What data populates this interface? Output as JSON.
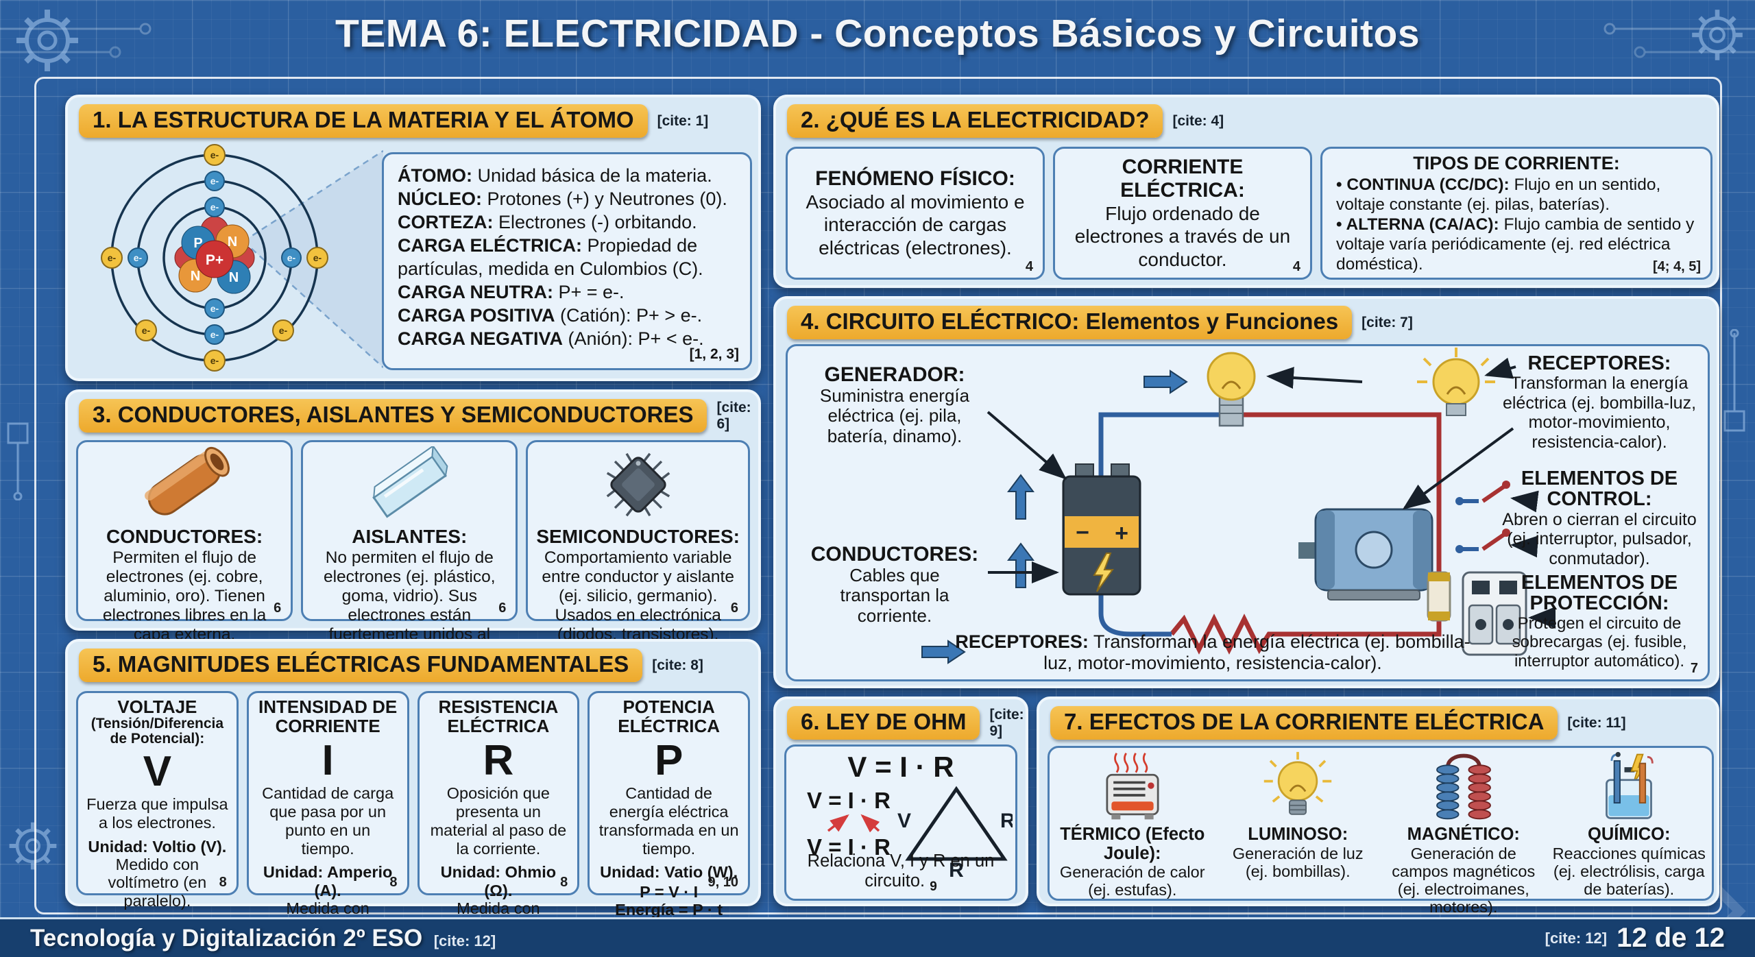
{
  "title": "TEMA 6: ELECTRICIDAD - Conceptos Básicos y Circuitos",
  "colors": {
    "background": "#2b5fa0",
    "grid_line": "#4a7cc0",
    "panel_bg": "#d9e9f5",
    "box_bg": "#eaf3fb",
    "box_border": "#4d7fb3",
    "header_pill": "#f0b440",
    "wire_blue": "#2f5f9e",
    "wire_red": "#a83232",
    "bulb_yellow": "#f6d45e",
    "footer_bar": "#173f6e"
  },
  "panel1": {
    "title": "1. LA ESTRUCTURA DE LA MATERIA Y EL ÁTOMO",
    "cite": "[cite: 1]",
    "refs": "[1, 2, 3]",
    "atom": {
      "e": "e-",
      "p": "P",
      "n": "N",
      "pplus": "P+"
    },
    "lines": [
      {
        "b": "ÁTOMO:",
        "t": " Unidad básica de la materia."
      },
      {
        "b": "NÚCLEO:",
        "t": " Protones (+) y Neutrones (0)."
      },
      {
        "b": "CORTEZA:",
        "t": " Electrones (-) orbitando."
      },
      {
        "b": "CARGA ELÉCTRICA:",
        "t": " Propiedad de partículas, medida en Culombios (C)."
      },
      {
        "b": "CARGA NEUTRA:",
        "t": " P+ = e-."
      },
      {
        "b": "CARGA POSITIVA",
        "t": " (Catión): P+ > e-."
      },
      {
        "b": "CARGA NEGATIVA",
        "t": " (Anión): P+ < e-."
      }
    ]
  },
  "panel2": {
    "title": "2. ¿QUÉ ES LA ELECTRICIDAD?",
    "cite": "[cite: 4]",
    "box1": {
      "title": "FENÓMENO FÍSICO:",
      "body": "Asociado al movimiento e interacción de cargas eléctricas (electrones).",
      "ref": "4"
    },
    "box2": {
      "title": "CORRIENTE ELÉCTRICA:",
      "body": "Flujo ordenado de electrones a través de un conductor.",
      "ref": "4"
    },
    "box3": {
      "title": "TIPOS DE CORRIENTE:",
      "bullets": [
        {
          "b": "CONTINUA (CC/DC):",
          "t": " Flujo en un sentido, voltaje constante (ej. pilas, baterías)."
        },
        {
          "b": "ALTERNA (CA/AC):",
          "t": " Flujo cambia de sentido y voltaje varía periódicamente (ej. red eléctrica doméstica)."
        }
      ],
      "ref": "[4; 4, 5]"
    }
  },
  "panel3": {
    "title": "3. CONDUCTORES, AISLANTES Y SEMICONDUCTORES",
    "cite": "[cite: 6]",
    "cards": [
      {
        "title": "CONDUCTORES:",
        "body": "Permiten el flujo de electrones (ej. cobre, aluminio, oro). Tienen electrones libres en la capa externa.",
        "ref": "6"
      },
      {
        "title": "AISLANTES:",
        "body": "No permiten el flujo de electrones (ej. plástico, goma, vidrio). Sus electrones están fuertemente unidos al núcleo.",
        "ref": "6"
      },
      {
        "title": "SEMICONDUCTORES:",
        "body": "Comportamiento variable entre conductor y aislante (ej. silicio, germanio). Usados en electrónica (diodos, transistores).",
        "ref": "6"
      }
    ]
  },
  "panel4": {
    "title": "4. CIRCUITO ELÉCTRICO: Elementos y Funciones",
    "cite": "[cite: 7]",
    "ref": "7",
    "battery": {
      "minus": "−",
      "plus": "+"
    },
    "generador": {
      "title": "GENERADOR:",
      "body": "Suministra energía eléctrica (ej. pila, batería, dinamo)."
    },
    "conductores": {
      "title": "CONDUCTORES:",
      "body": "Cables que transportan la corriente."
    },
    "receptores": {
      "title": "RECEPTORES:",
      "body": "Transforman la energía eléctrica (ej. bombilla-luz, motor-movimiento, resistencia-calor)."
    },
    "control": {
      "title": "ELEMENTOS DE CONTROL:",
      "body": "Abren o cierran el circuito (ej. interruptor, pulsador, conmutador)."
    },
    "proteccion": {
      "title": "ELEMENTOS DE PROTECCIÓN:",
      "body": "Protegen el circuito de sobrecargas (ej. fusible, interruptor automático)."
    },
    "caption": {
      "b": "RECEPTORES:",
      "t": " Transforman la energía eléctrica (ej. bombilla-luz, motor-movimiento, resistencia-calor)."
    }
  },
  "panel5": {
    "title": "5. MAGNITUDES ELÉCTRICAS FUNDAMENTALES",
    "cite": "[cite: 8]",
    "cols": [
      {
        "title": "VOLTAJE",
        "subtitle": "(Tensión/Diferencia de Potencial):",
        "symbol": "V",
        "body": "Fuerza que impulsa a los electrones.",
        "unit": "Unidad: Voltio (V).",
        "meter": "Medido con voltímetro (en paralelo).",
        "ref": "8"
      },
      {
        "title": "INTENSIDAD DE CORRIENTE",
        "symbol": "I",
        "body": "Cantidad de carga que pasa por un punto en un tiempo.",
        "unit": "Unidad: Amperio (A).",
        "meter": "Medida con amperímetro (en serie).",
        "ref": "8"
      },
      {
        "title": "RESISTENCIA ELÉCTRICA",
        "symbol": "R",
        "body": "Oposición que presenta un material al paso de la corriente.",
        "unit": "Unidad: Ohmio (Ω).",
        "meter": "Medida con óhmetro.",
        "ref": "8"
      },
      {
        "title": "POTENCIA ELÉCTRICA",
        "symbol": "P",
        "body": "Cantidad de energía eléctrica transformada en un tiempo.",
        "unit": "Unidad: Vatio (W).",
        "f1": "P = V · I",
        "f2": "Energía = P · t",
        "ref": "9, 10"
      }
    ]
  },
  "panel6": {
    "title": "6. LEY DE OHM",
    "cite": "[cite: 9]",
    "formula_main": "V = I · R",
    "formula_small_1": "V = I · R",
    "formula_small_2": "V = I · R",
    "triangle": {
      "left": "V",
      "right": "R",
      "bottom": "R"
    },
    "caption": "Relaciona V, I y R en un circuito.",
    "ref": "9"
  },
  "panel7": {
    "title": "7. EFECTOS DE LA CORRIENTE ELÉCTRICA",
    "cite": "[cite: 11]",
    "effects": [
      {
        "title": "TÉRMICO (Efecto Joule):",
        "body": "Generación de calor (ej. estufas)."
      },
      {
        "title": "LUMINOSO:",
        "body": "Generación de luz (ej. bombillas)."
      },
      {
        "title": "MAGNÉTICO:",
        "body": "Generación de campos magnéticos (ej. electroimanes, motores)."
      },
      {
        "title": "QUÍMICO:",
        "body": "Reacciones químicas (ej. electrólisis, carga de baterías)."
      }
    ]
  },
  "footer": {
    "left": "Tecnología y Digitalización 2º ESO",
    "left_cite": "[cite: 12]",
    "right_cite": "[cite: 12]",
    "page": "12 de 12"
  }
}
